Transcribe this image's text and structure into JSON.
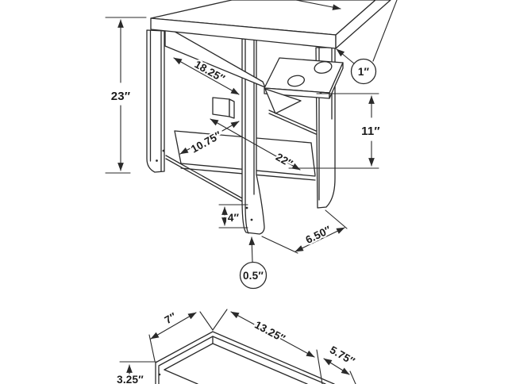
{
  "page": {
    "background": "#ffffff"
  },
  "drawing": {
    "line_color": "#2a2a2a",
    "text_color": "#1a1a1a",
    "unit": "inches",
    "table_view": {
      "title": "accent-table-dimension-view",
      "dims": {
        "height": "23″",
        "apron_length": "18.25″",
        "top_thickness": "1″",
        "tray_to_shelf": "11″",
        "leg_opening": "10.75″",
        "shelf_length": "22″",
        "foot_height": "4″",
        "leg_span": "6.50″",
        "foot_pad": "0.5″"
      }
    },
    "tray_view": {
      "title": "tray-dimension-view",
      "dims": {
        "side_width": "7″",
        "length": "13.25″",
        "end_width": "5.75″",
        "wall_height": "3.25″"
      }
    }
  }
}
